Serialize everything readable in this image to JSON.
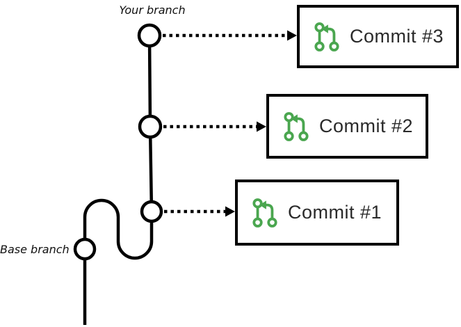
{
  "colors": {
    "line": "#000000",
    "icon_green": "#4aa64f",
    "text": "#2a2a2a",
    "background": "#ffffff"
  },
  "labels": {
    "your_branch": "Your branch",
    "base_branch": "Base branch"
  },
  "commits": [
    {
      "label": "Commit #3",
      "icon": "git-pull-request-icon"
    },
    {
      "label": "Commit #2",
      "icon": "git-pull-request-icon"
    },
    {
      "label": "Commit #1",
      "icon": "git-pull-request-icon"
    }
  ]
}
